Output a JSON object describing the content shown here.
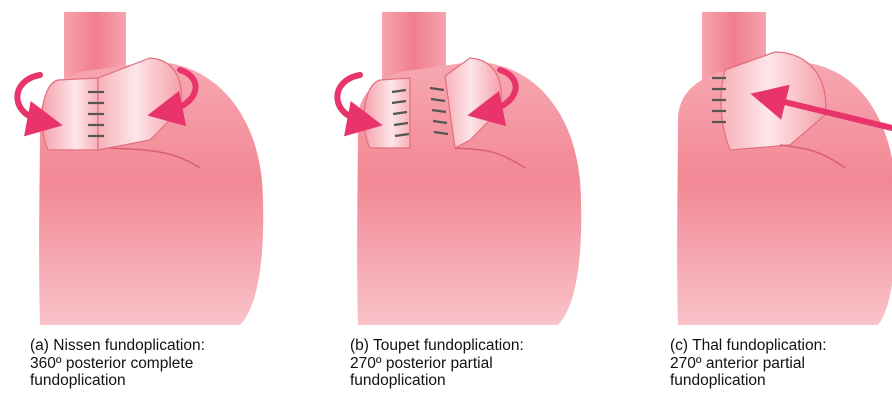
{
  "panels": [
    {
      "id": "nissen",
      "caption_lines": [
        "(a) Nissen fundoplication:",
        "360º posterior complete",
        "fundoplication"
      ]
    },
    {
      "id": "toupet",
      "caption_lines": [
        "(b) Toupet fundoplication:",
        "270º posterior partial",
        "fundoplication"
      ]
    },
    {
      "id": "thal",
      "caption_lines": [
        "(c) Thal fundoplication:",
        "270º anterior partial",
        "fundoplication"
      ]
    }
  ],
  "colors": {
    "stomach": "#f28a97",
    "stomach_light": "#fde3e6",
    "arrow": "#e8336b",
    "suture": "#555555"
  }
}
